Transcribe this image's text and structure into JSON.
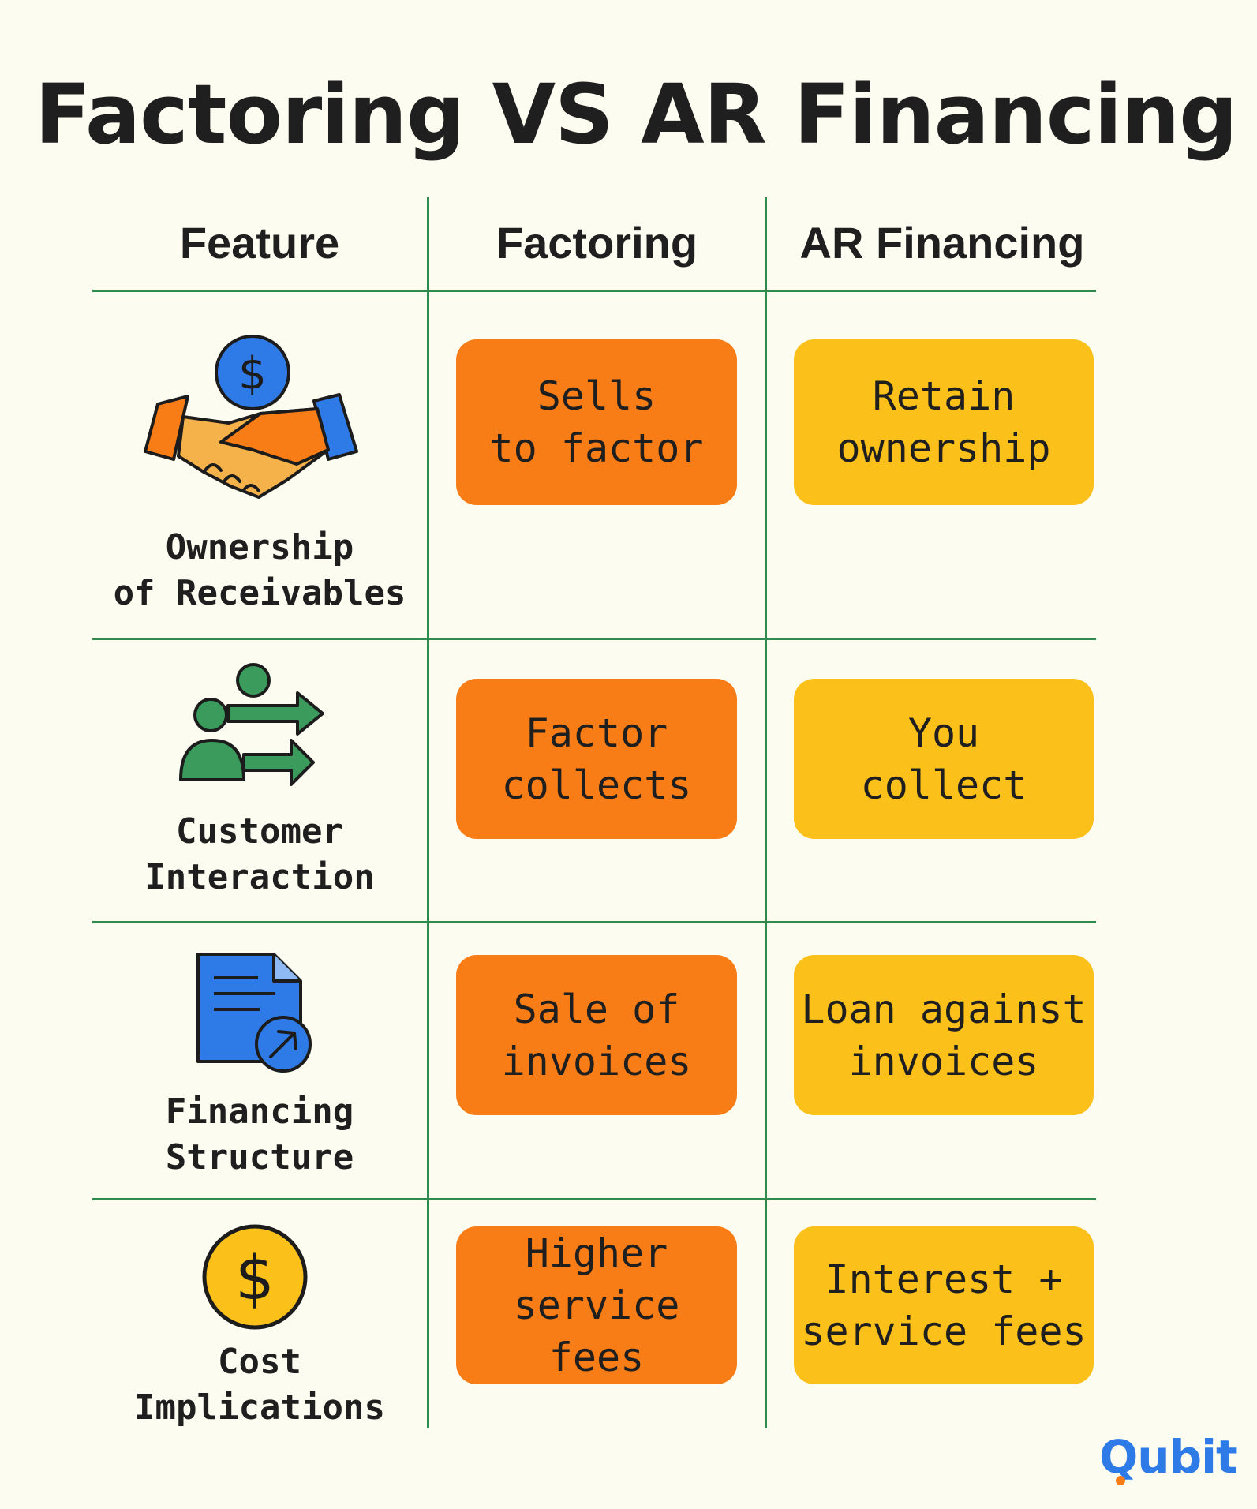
{
  "title": "Factoring VS AR Financing",
  "headers": {
    "feature": "Feature",
    "factoring": "Factoring",
    "ar_financing": "AR Financing"
  },
  "rows": [
    {
      "feature": "Ownership\nof Receivables",
      "icon": "handshake-dollar-icon",
      "factoring": "Sells\nto factor",
      "ar_financing": "Retain\nownership"
    },
    {
      "feature": "Customer\nInteraction",
      "icon": "people-arrows-icon",
      "factoring": "Factor\ncollects",
      "ar_financing": "You\ncollect"
    },
    {
      "feature": "Financing\nStructure",
      "icon": "document-arrow-icon",
      "factoring": "Sale of\ninvoices",
      "ar_financing": "Loan against\ninvoices"
    },
    {
      "feature": "Cost\nImplications",
      "icon": "dollar-coin-icon",
      "factoring": "Higher\nservice fees",
      "ar_financing": "Interest +\nservice fees"
    }
  ],
  "logo": "Qubit",
  "colors": {
    "factoring_cell": "#f97d16",
    "ar_financing_cell": "#fbc11a",
    "divider": "#2f8a4e",
    "background": "#fdfcf0",
    "logo": "#2e7be8"
  }
}
